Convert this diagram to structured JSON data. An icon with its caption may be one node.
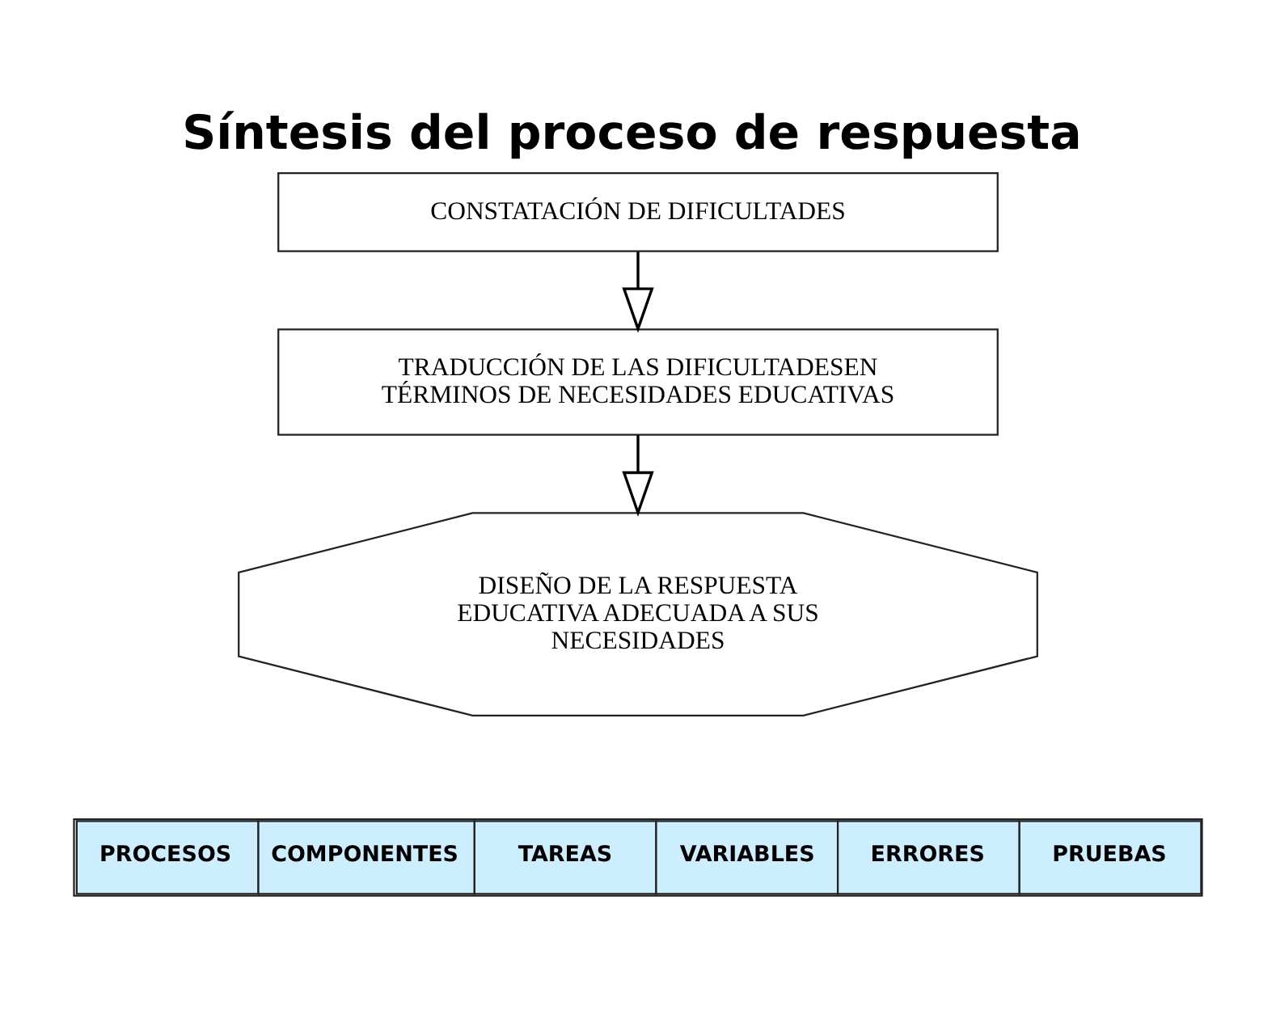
{
  "diagram": {
    "title": "Síntesis del proceso de respuesta",
    "nodes": [
      {
        "text": [
          "CONSTATACIÓN DE DIFICULTADES"
        ]
      },
      {
        "text": [
          "TRADUCCIÓN DE LAS DIFICULTADESEN TÉRMINOS DE NECESIDADES EDUCATIVAS"
        ]
      },
      {
        "text": [
          "DISEÑO DE LA RESPUESTA EDUCATIVA ADECUADA A SUS NECESIDADES"
        ]
      }
    ],
    "edges": [
      {
        "from": 0,
        "to": 1,
        "arrow": "to"
      },
      {
        "from": 1,
        "to": 2,
        "arrow": "to"
      }
    ],
    "labels": [
      "PROCESOS",
      "COMPONENTES",
      "TAREAS",
      "VARIABLES",
      "ERRORES",
      "PRUEBAS"
    ]
  }
}
